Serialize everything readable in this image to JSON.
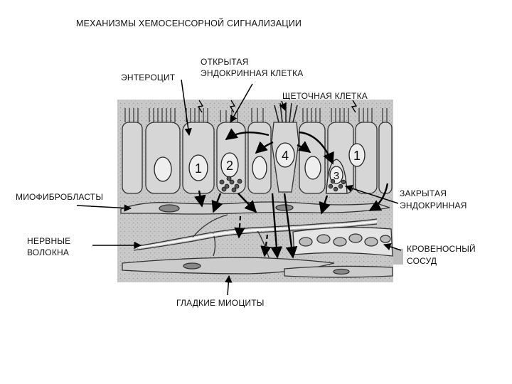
{
  "title": "МЕХАНИЗМЫ ХЕМОСЕНСОРНОЙ СИГНАЛИЗАЦИИ",
  "labels": {
    "enterocyte": "ЭНТЕРОЦИТ",
    "open_endocrine_1": "ОТКРЫТАЯ",
    "open_endocrine_2": "ЭНДОКРИННАЯ КЛЕТКА",
    "brush_cell": "ЩЕТОЧНАЯ КЛЕТКА",
    "closed_endocrine_1": "ЗАКРЫТАЯ",
    "closed_endocrine_2": "ЭНДОКРИННАЯ",
    "myofibroblasts": "МИОФИБРОБЛАСТЫ",
    "nerve_fibers_1": "НЕРВНЫЕ",
    "nerve_fibers_2": "ВОЛОКНА",
    "blood_vessel_1": "КРОВЕНОСНЫЙ",
    "blood_vessel_2": "СОСУД",
    "smooth_myocytes": "ГЛАДКИЕ МИОЦИТЫ"
  },
  "cell_numbers": [
    "1",
    "2",
    "4",
    "3",
    "1"
  ]
}
